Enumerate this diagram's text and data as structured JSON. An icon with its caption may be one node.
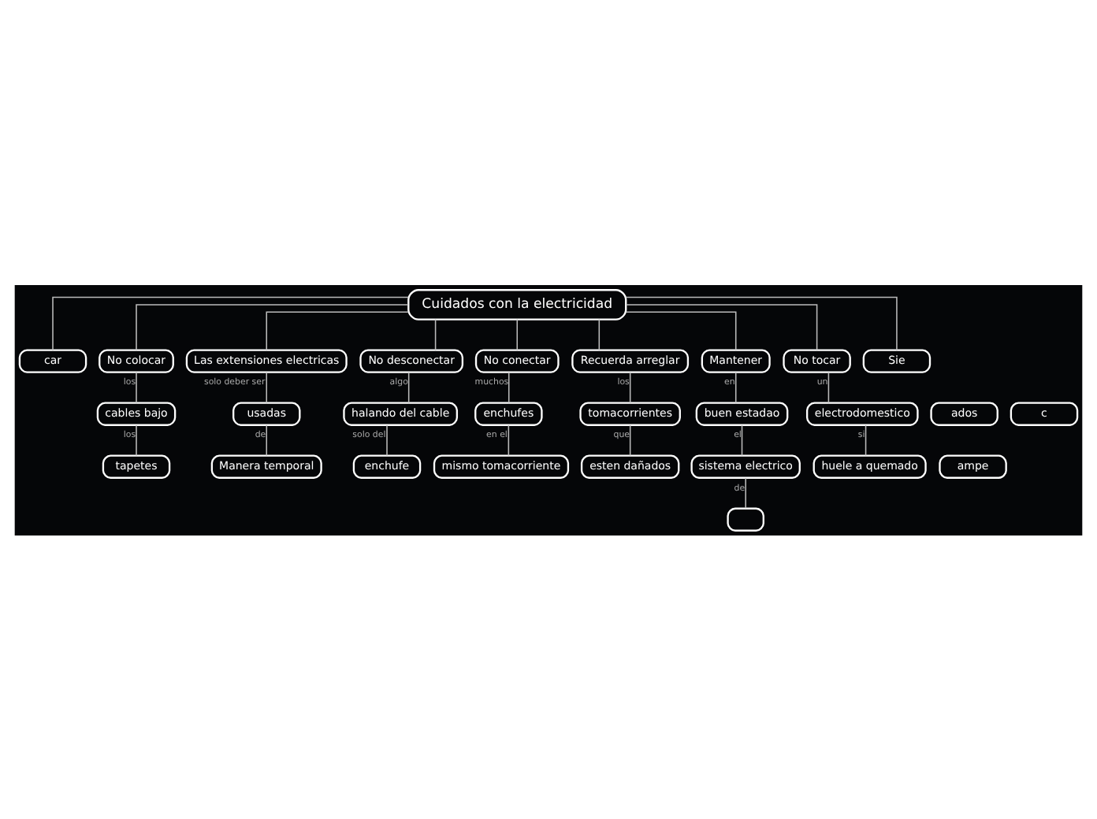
{
  "diagram": {
    "nodes": [
      {
        "text": [
          "Cuidados con la electricidad"
        ]
      },
      {
        "text": [
          "car"
        ]
      },
      {
        "text": [
          "No colocar"
        ]
      },
      {
        "text": [
          "Las extensiones electricas"
        ]
      },
      {
        "text": [
          "No desconectar"
        ]
      },
      {
        "text": [
          "No conectar"
        ]
      },
      {
        "text": [
          "Recuerda arreglar"
        ]
      },
      {
        "text": [
          "Mantener"
        ]
      },
      {
        "text": [
          "No tocar"
        ]
      },
      {
        "text": [
          "Sie"
        ]
      },
      {
        "text": [
          "ados"
        ]
      },
      {
        "text": [
          "cables bajo"
        ]
      },
      {
        "text": [
          "usadas"
        ]
      },
      {
        "text": [
          "halando del cable"
        ]
      },
      {
        "text": [
          "enchufes"
        ]
      },
      {
        "text": [
          "tomacorrientes"
        ]
      },
      {
        "text": [
          "buen estadao"
        ]
      },
      {
        "text": [
          "electrodomestico"
        ]
      },
      {
        "text": [
          "c"
        ]
      },
      {
        "text": [
          "tapetes"
        ]
      },
      {
        "text": [
          "Manera temporal"
        ]
      },
      {
        "text": [
          "enchufe"
        ]
      },
      {
        "text": [
          "mismo tomacorriente"
        ]
      },
      {
        "text": [
          "esten dañados"
        ]
      },
      {
        "text": [
          "sistema electrico"
        ]
      },
      {
        "text": [
          "huele a quemado"
        ]
      },
      {
        "text": [
          "ampe"
        ]
      },
      {
        "text": [],
        "shape": "box"
      }
    ],
    "edges": [
      {
        "from": 0,
        "to": 1,
        "arrow": "none"
      },
      {
        "from": 0,
        "to": 2,
        "arrow": "none"
      },
      {
        "from": 0,
        "to": 3,
        "arrow": "none"
      },
      {
        "from": 0,
        "to": 4,
        "arrow": "none"
      },
      {
        "from": 0,
        "to": 5,
        "arrow": "none"
      },
      {
        "from": 0,
        "to": 6,
        "arrow": "none"
      },
      {
        "from": 0,
        "to": 7,
        "arrow": "none"
      },
      {
        "from": 0,
        "to": 8,
        "arrow": "none"
      },
      {
        "from": 0,
        "to": 9,
        "arrow": "none"
      },
      {
        "from": 2,
        "to": 11,
        "arrow": "none",
        "label": "los"
      },
      {
        "from": 3,
        "to": 12,
        "arrow": "none",
        "label": "solo deber ser"
      },
      {
        "from": 4,
        "to": 13,
        "arrow": "none",
        "label": "algo"
      },
      {
        "from": 5,
        "to": 14,
        "arrow": "none",
        "label": "muchos"
      },
      {
        "from": 6,
        "to": 15,
        "arrow": "none",
        "label": "los"
      },
      {
        "from": 7,
        "to": 16,
        "arrow": "none",
        "label": "en"
      },
      {
        "from": 8,
        "to": 17,
        "arrow": "none",
        "label": "un"
      },
      {
        "from": 11,
        "to": 19,
        "arrow": "none",
        "label": "los"
      },
      {
        "from": 12,
        "to": 20,
        "arrow": "none",
        "label": "de"
      },
      {
        "from": 13,
        "to": 21,
        "arrow": "none",
        "label": "solo del"
      },
      {
        "from": 14,
        "to": 22,
        "arrow": "none",
        "label": "en el"
      },
      {
        "from": 15,
        "to": 23,
        "arrow": "none",
        "label": "que"
      },
      {
        "from": 16,
        "to": 24,
        "arrow": "none",
        "label": "el"
      },
      {
        "from": 17,
        "to": 25,
        "arrow": "none",
        "label": "si"
      },
      {
        "from": 24,
        "to": 27,
        "arrow": "none",
        "label": "de"
      }
    ]
  }
}
